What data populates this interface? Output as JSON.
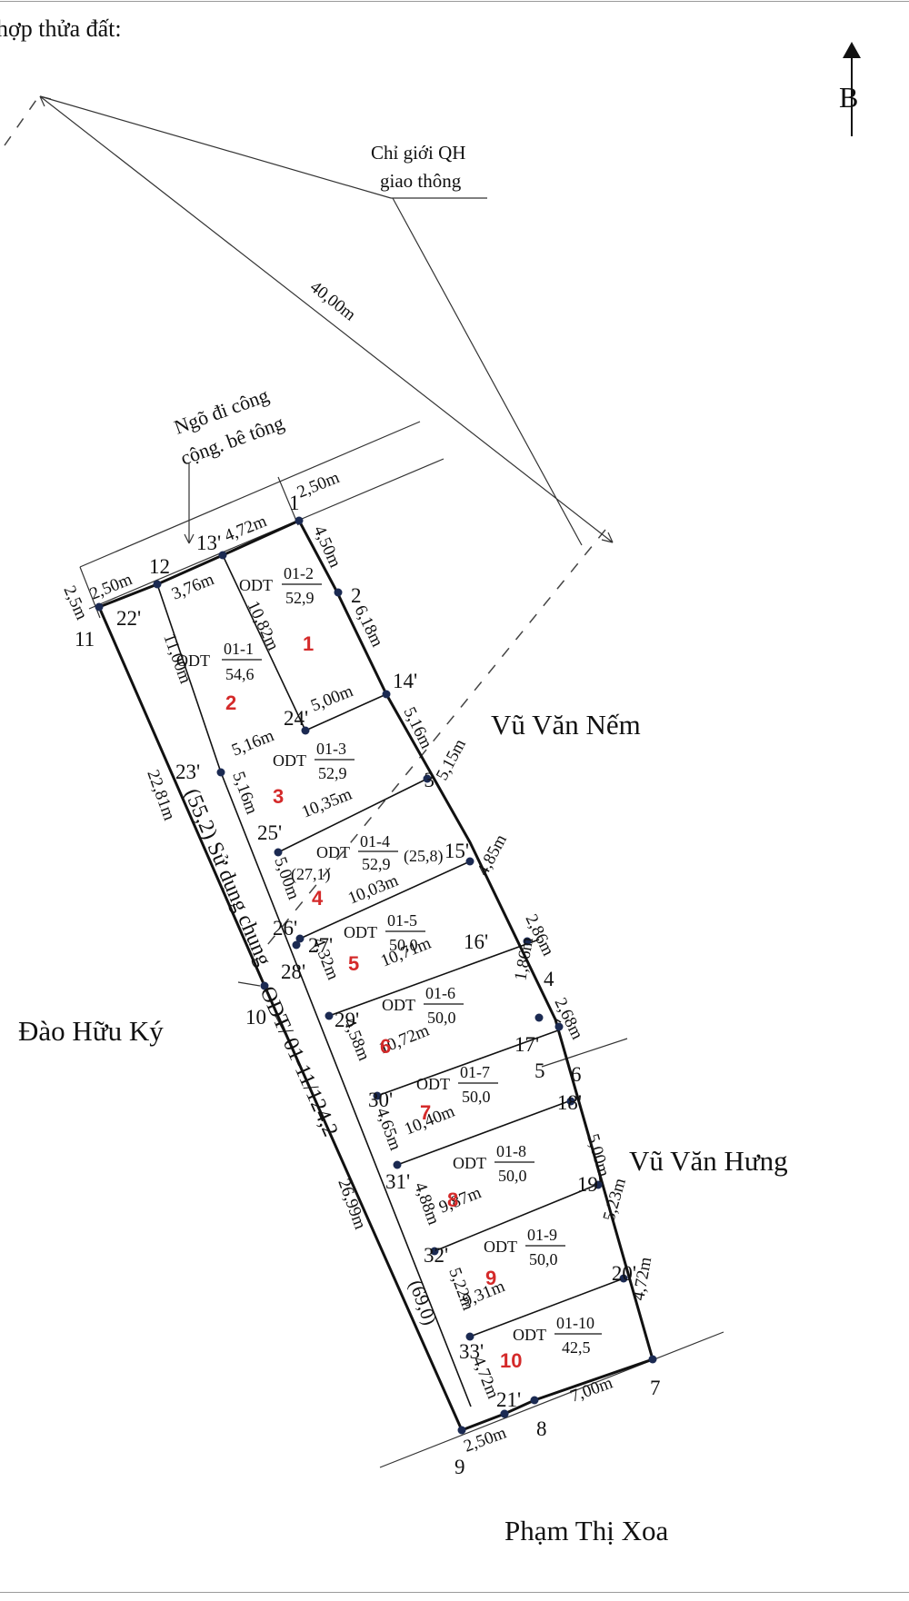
{
  "header": {
    "title": "hợp thửa đất:"
  },
  "compass": {
    "label": "B"
  },
  "roads": {
    "planning_boundary": [
      "Chỉ giới QH",
      "giao thông"
    ],
    "planning_dimension": "40,00m",
    "alley": [
      "Ngõ đi công",
      "cộng. bê tông"
    ],
    "alley_width": "2,50m",
    "east_top": "Vũ Văn Nếm",
    "east_bottom": "Vũ Văn Hưng",
    "west": "Đào Hữu Ký",
    "south": "Phạm Thị Xoa"
  },
  "common_strip": {
    "label": "(55,2) Sử dụng chung",
    "code": "ODT/ 01-11/124,2",
    "lower_area": "(69,0)"
  },
  "points": {
    "p1": "1",
    "p2": "2",
    "p3": "3",
    "p4": "4",
    "p5": "5",
    "p6": "6",
    "p7": "7",
    "p8": "8",
    "p9": "9",
    "p10": "10",
    "p11": "11",
    "p12": "12",
    "p13": "13'",
    "p14": "14'",
    "p15": "15'",
    "p16": "16'",
    "p17": "17'",
    "p18": "18'",
    "p19": "19'",
    "p20": "20'",
    "p21": "21'",
    "p22": "22'",
    "p23": "23'",
    "p24": "24'",
    "p25": "25'",
    "p26": "26'",
    "p27": "27'",
    "p28": "28'",
    "p29": "29'",
    "p30": "30'",
    "p31": "31'",
    "p32": "32'",
    "p33": "33'"
  },
  "dims": {
    "d_13_1": "4,72m",
    "d_12_13": "3,76m",
    "d_11_12": "2,50m",
    "d_11_side": "2,5m",
    "d_1_2": "4,50m",
    "d_2_14": "6,18m",
    "d_14_3": "5,16m",
    "d_3_15": "5,15m",
    "d_15_16": "4,85m",
    "d_16_4": "2,86m",
    "d_4_17": "1,86m",
    "d_5_18": "2,68m",
    "d_18_19": "5,00m",
    "d_19_20": "5,23m",
    "d_20_7": "4,72m",
    "d_8_7": "7,00m",
    "d_9_8": "2,50m",
    "d_13_24": "10,82m",
    "d_22_23": "11,00m",
    "d_24_14": "5,00m",
    "d_23_24": "5,16m",
    "d_23_25": "5,16m",
    "d_25_3": "10,35m",
    "d_25_26": "5,00m",
    "d_26_15": "10,03m",
    "d_27_16": "10,71m",
    "d_28_29": "4,32m",
    "d_29_17": "10,72m",
    "d_29_30": "4,58m",
    "d_30_18": "10,40m",
    "d_30_31": "4,65m",
    "d_31_19": "9,87m",
    "d_31_32": "4,88m",
    "d_32_20": "9,31m",
    "d_32_33": "5,22m",
    "d_33_21": "4,72m",
    "d_west_top": "22,81m",
    "d_west_bottom": "26,99m"
  },
  "lots": [
    {
      "number": "1",
      "code": "01-2",
      "area": "52,9"
    },
    {
      "number": "2",
      "code": "01-1",
      "area": "54,6"
    },
    {
      "number": "3",
      "code": "01-3",
      "area": "52,9"
    },
    {
      "number": "4",
      "code": "01-4",
      "area": "52,9",
      "left_area": "(27,1)",
      "right_area": "(25,8)"
    },
    {
      "number": "5",
      "code": "01-5",
      "area": "50,0"
    },
    {
      "number": "6",
      "code": "01-6",
      "area": "50,0"
    },
    {
      "number": "7",
      "code": "01-7",
      "area": "50,0"
    },
    {
      "number": "8",
      "code": "01-8",
      "area": "50,0"
    },
    {
      "number": "9",
      "code": "01-9",
      "area": "50,0"
    },
    {
      "number": "10",
      "code": "01-10",
      "area": "42,5"
    }
  ],
  "odt_prefix": "ODT",
  "colors": {
    "lot_number": "#d42a2a",
    "line": "#111111",
    "point": "#1b2a52",
    "page": "#ffffff"
  }
}
